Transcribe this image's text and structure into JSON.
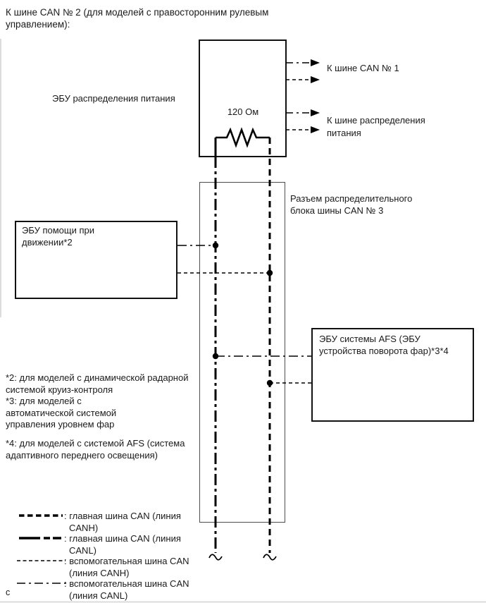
{
  "page": {
    "title_lines": [
      "К шине CAN № 2 (для моделей с правосторонним рулевым",
      "управлением):"
    ],
    "page_marker": "c"
  },
  "nodes": {
    "power_distribution_ecu": {
      "label": "ЭБУ распределения питания"
    },
    "resistor": {
      "value": "120 Ом"
    },
    "junction_connector": {
      "label_lines": [
        "Разъем распределительного",
        "блока шины CAN № 3"
      ]
    },
    "drive_assist_ecu": {
      "label_lines": [
        "ЭБУ помощи при",
        "движении*2"
      ]
    },
    "afs_ecu": {
      "label_lines": [
        "ЭБУ системы AFS (ЭБУ",
        "устройства поворота фар)*3*4"
      ]
    }
  },
  "external_links": {
    "can1": {
      "label": "К шине CAN № 1"
    },
    "power_bus": {
      "label_lines": [
        "К шине распределения",
        "питания"
      ]
    }
  },
  "footnotes": [
    {
      "lines": [
        "*2: для моделей с динамической радарной",
        "системой круиз-контроля"
      ]
    },
    {
      "lines": [
        "*3: для моделей с",
        "автоматической системой",
        "управления уровнем фар"
      ]
    },
    {
      "lines": [
        "*4: для моделей с системой AFS (система",
        "адаптивного переднего освещения)"
      ]
    }
  ],
  "legend": [
    {
      "lines": [
        ": главная шина CAN (линия",
        "CANH)"
      ]
    },
    {
      "lines": [
        ": главная шина CAN (линия",
        "CANL)"
      ]
    },
    {
      "lines": [
        ": вспомогательная шина CAN",
        "(линия CANH)"
      ]
    },
    {
      "lines": [
        ": вспомогательная шина CAN",
        "(линия CANL)"
      ]
    }
  ],
  "colors": {
    "line": "#000000",
    "junction_box_border": "#4d4d4d",
    "background": "#ffffff"
  }
}
